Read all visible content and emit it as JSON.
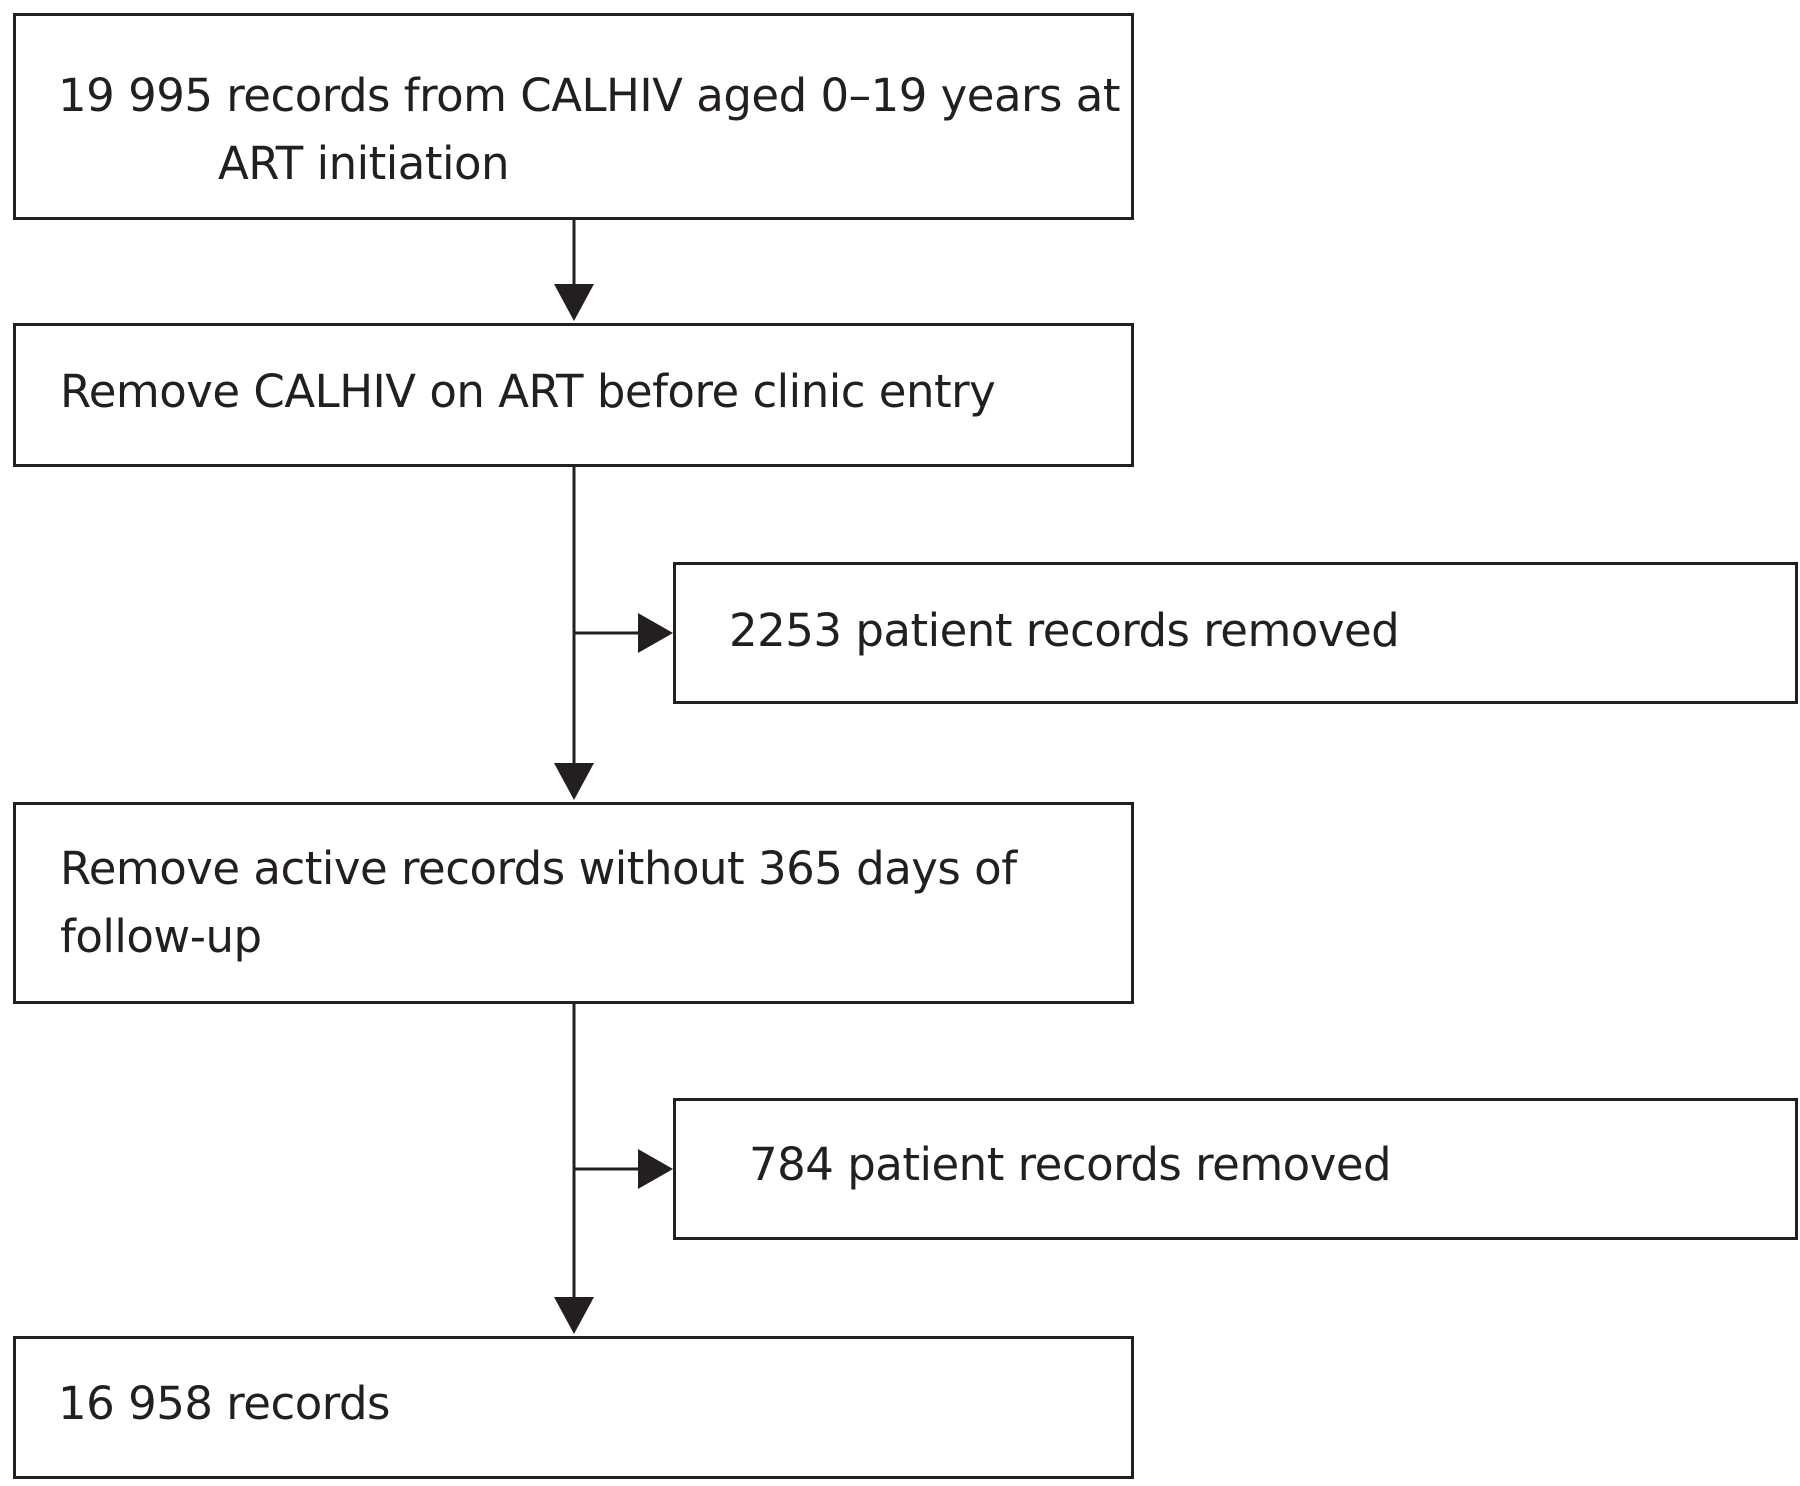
{
  "diagram": {
    "start_box": {
      "line1": "19 995 records from CALHIV aged 0–19 years at",
      "line2": "ART initiation"
    },
    "step1_box": {
      "text": "Remove CALHIV on ART before clinic entry"
    },
    "removed1_box": {
      "text": "2253 patient records removed"
    },
    "step2_box": {
      "line1": "Remove active records without 365 days of",
      "line2": "follow-up"
    },
    "removed2_box": {
      "text": "784 patient records removed"
    },
    "end_box": {
      "text": "16 958 records"
    },
    "colors": {
      "stroke": "#231f20",
      "background": "#ffffff"
    }
  }
}
